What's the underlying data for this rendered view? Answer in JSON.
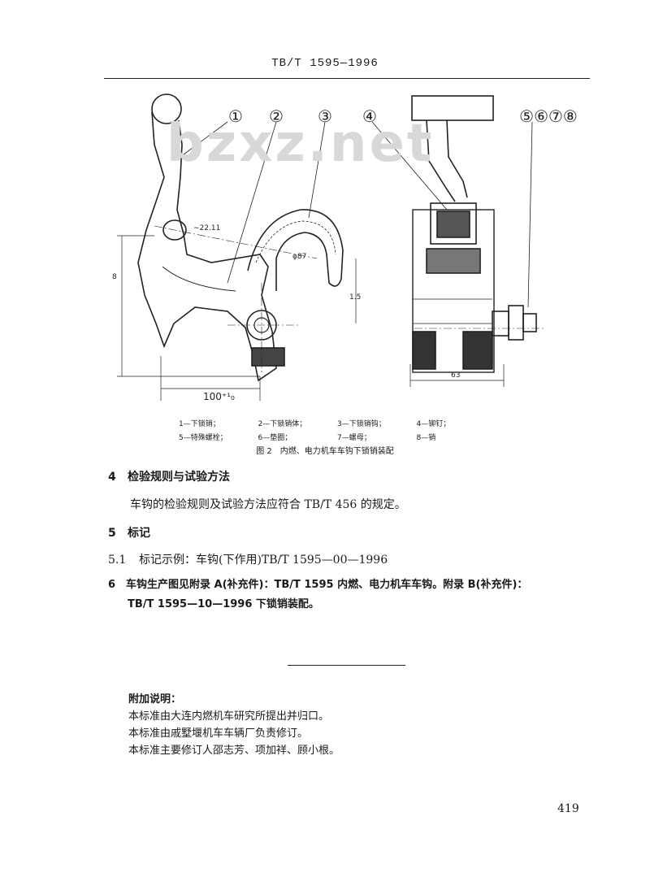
{
  "header": {
    "standard": "TB/T 1595—1996"
  },
  "watermark": "bzxz.net",
  "figure": {
    "callouts": [
      "①",
      "②",
      "③",
      "④",
      "⑤⑥⑦⑧"
    ],
    "dims": {
      "d1": "∼22.11",
      "d2": "φ87",
      "d3": "1.5",
      "d4": "100⁺¹₀",
      "d5": "63",
      "d6": "8"
    },
    "legend": [
      [
        "1—下锁销；",
        "2—下锁销体；",
        "3—下锁销钩；",
        "4—铆钉；"
      ],
      [
        "5—特殊螺栓；",
        "6—垫圈；",
        "7—螺母；",
        "8—销"
      ]
    ],
    "caption": "图 2　内燃、电力机车车钩下锁销装配"
  },
  "section4": {
    "num": "4",
    "title": "检验规则与试验方法",
    "body": "车钩的检验规则及试验方法应符合 TB/T 456 的规定。"
  },
  "section5": {
    "num": "5",
    "title": "标记"
  },
  "section5_1": {
    "num": "5.1",
    "body": "标记示例：车钩(下作用)TB/T 1595—00—1996"
  },
  "section6": {
    "num": "6",
    "line1": "车钩生产图见附录 A(补充件)：TB/T 1595 内燃、电力机车车钩。附录 B(补充件)：",
    "line2": "TB/T 1595—10—1996 下锁销装配。"
  },
  "notes": {
    "title": "附加说明：",
    "lines": [
      "本标准由大连内燃机车研究所提出并归口。",
      "本标准由戚墅堰机车车辆厂负责修订。",
      "本标准主要修订人邵志芳、项加祥、顾小根。"
    ]
  },
  "page_number": "419"
}
